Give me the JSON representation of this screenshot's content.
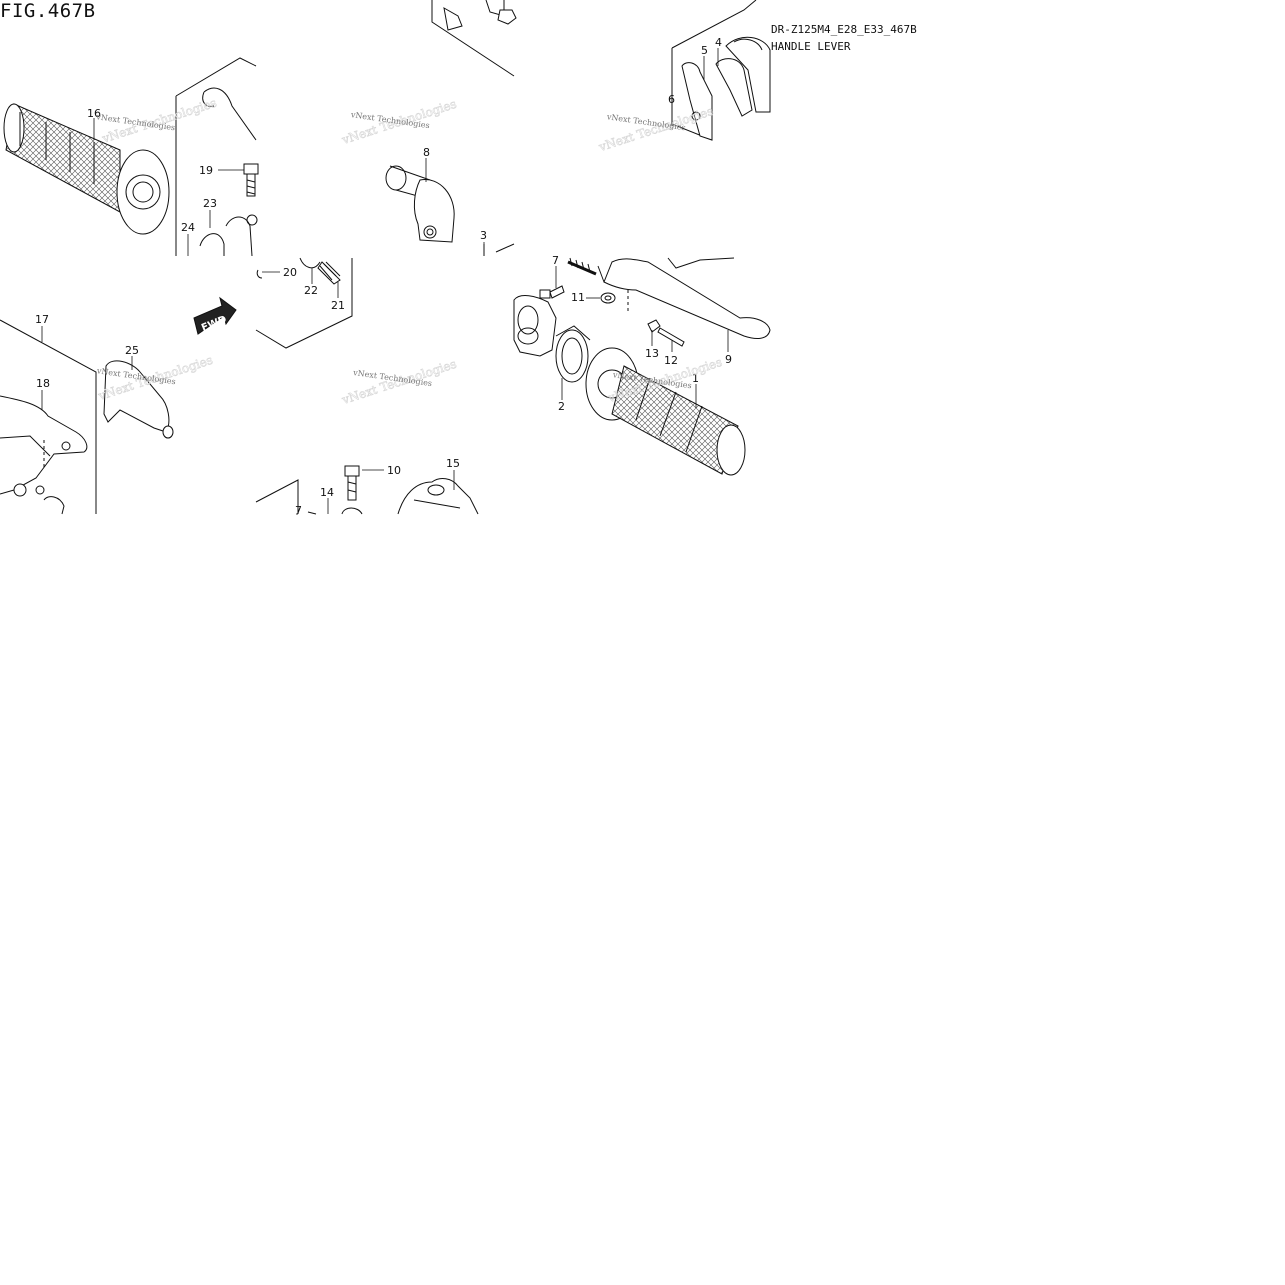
{
  "figure": {
    "title": "FIG.467B",
    "model_code": "DR-Z125M4_E28_E33_467B",
    "name": "HANDLE LEVER"
  },
  "watermark": "vNext Technologies",
  "fwd_label": "FWD",
  "callouts": {
    "c1": "1",
    "c2": "2",
    "c3": "3",
    "c4": "4",
    "c5": "5",
    "c6": "6",
    "c7a": "7",
    "c7b": "7",
    "c8": "8",
    "c9": "9",
    "c10": "10",
    "c11": "11",
    "c12": "12",
    "c13": "13",
    "c14": "14",
    "c15": "15",
    "c16": "16",
    "c17": "17",
    "c18": "18",
    "c19": "19",
    "c20": "20",
    "c21": "21",
    "c22": "22",
    "c23": "23",
    "c24": "24",
    "c25": "25"
  },
  "colors": {
    "line": "#111111",
    "watermark": "#777777",
    "background": "#ffffff"
  }
}
